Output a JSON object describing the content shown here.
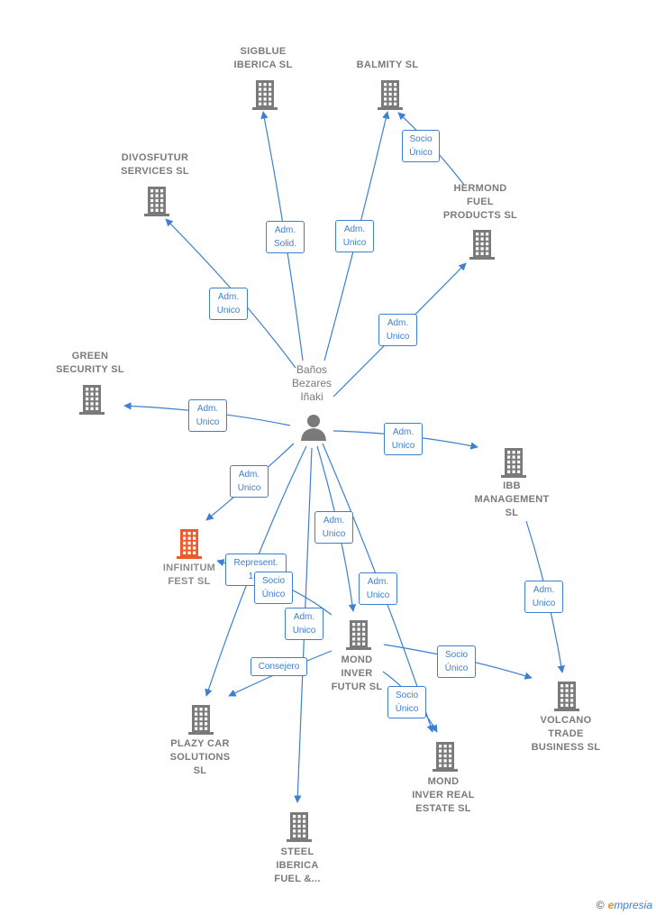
{
  "colors": {
    "edge": "#3d80d0",
    "building": "#7a7a7a",
    "focus": "#f05a28",
    "label": "#7a7a7a"
  },
  "person": {
    "name": "Baños\nBezares\nIñaki",
    "icon": "person-icon"
  },
  "companies": {
    "sigblue": "SIGBLUE\nIBERICA  SL",
    "balmity": "BALMITY  SL",
    "divosfutur": "DIVOSFUTUR\nSERVICES  SL",
    "hermond": "HERMOND\nFUEL\nPRODUCTS  SL",
    "green": "GREEN\nSECURITY  SL",
    "ibb": "IBB\nMANAGEMENT\nSL",
    "infinitum": "INFINITUM\nFEST  SL",
    "mond_futur": "MOND\nINVER\nFUTUR  SL",
    "plazy": "PLAZY CAR\nSOLUTIONS\nSL",
    "volcano": "VOLCANO\nTRADE\nBUSINESS  SL",
    "mond_real": "MOND\nINVER REAL\nESTATE  SL",
    "steel": "STEEL\nIBERICA\nFUEL &..."
  },
  "relations": {
    "r_sigblue": "Adm.\nSolid.",
    "r_balmity": "Adm.\nUnico",
    "r_hermond_balmity": "Socio\nÚnico",
    "r_divos": "Adm.\nUnico",
    "r_hermond": "Adm.\nUnico",
    "r_green": "Adm.\nUnico",
    "r_ibb": "Adm.\nUnico",
    "r_infinitum": "Adm.\nUnico",
    "r_mond_futur": "Adm.\nUnico",
    "r_mond_real": "Adm.\nUnico",
    "r_represent": "Represent.\n143",
    "r_socio_inf": "Socio\nÚnico",
    "r_steel": "Adm.\nUnico",
    "r_consejero": "Consejero",
    "r_socio_volcano": "Socio\nÚnico",
    "r_socio_real": "Socio\nÚnico",
    "r_ibb_volcano": "Adm.\nUnico"
  },
  "footer": {
    "copyright": "©",
    "brand_first": "e",
    "brand_rest": "mpresia"
  }
}
